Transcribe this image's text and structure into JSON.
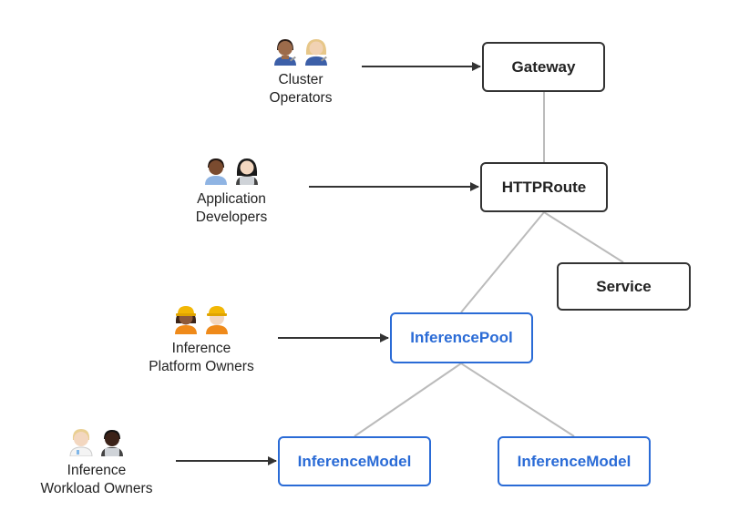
{
  "nodes": {
    "gateway": {
      "label": "Gateway"
    },
    "httproute": {
      "label": "HTTPRoute"
    },
    "service": {
      "label": "Service"
    },
    "inference_pool": {
      "label": "InferencePool"
    },
    "inference_model_1": {
      "label": "InferenceModel"
    },
    "inference_model_2": {
      "label": "InferenceModel"
    }
  },
  "personas": {
    "cluster_operators": {
      "line1": "Cluster",
      "line2": "Operators"
    },
    "application_developers": {
      "line1": "Application",
      "line2": "Developers"
    },
    "inference_platform_owners": {
      "line1": "Inference",
      "line2": "Platform Owners"
    },
    "inference_workload_owners": {
      "line1": "Inference",
      "line2": "Workload Owners"
    }
  },
  "colors": {
    "accent": "#2a6bd6",
    "border": "#333333",
    "connector": "#bbbbbb",
    "arrow": "#333333"
  }
}
